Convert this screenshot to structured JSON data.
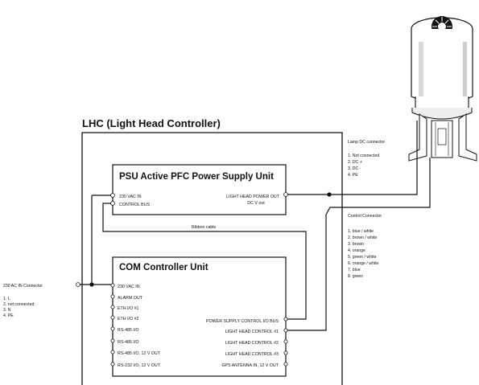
{
  "lhc": {
    "title": "LHC (Light Head Controller)"
  },
  "psu": {
    "title": "PSU Active PFC Power Supply Unit",
    "ports_left": [
      "230 VAC IN",
      "CONTROL BUS"
    ],
    "port_right": "LIGHT HEAD POWER OUT",
    "port_right_sub": "DC V out"
  },
  "ribbon": {
    "label": "Ribbon cable"
  },
  "com": {
    "title": "COM Controller Unit",
    "ports_left": [
      "230 VAC IN",
      "ALARM OUT",
      "ETH I/O #1",
      "ETH I/O #2",
      "RS-485 I/O",
      "RS-485 I/O",
      "RS-485 I/O, 12 V OUT",
      "RS-232 I/O, 12 V OUT"
    ],
    "ports_right": [
      "POWER SUPPLY CONTROL I/O BUS",
      "LIGHT HEAD CONTROL #1",
      "LIGHT HEAD CONTROL #2",
      "LIGHT HEAD CONTROL #3",
      "GPS ANTENNA IN, 12 V OUT"
    ]
  },
  "ac_in": {
    "title": "230 AC IN Connector",
    "pins": [
      "1. L",
      "2. not connected",
      "3. N",
      "4. PE"
    ]
  },
  "lamp_dc": {
    "title": "Lamp DC connector",
    "pins": [
      "1. Not connected",
      "2. DC +",
      "3. DC -",
      "4. PE"
    ]
  },
  "control_conn": {
    "title": "Control Connector",
    "pins": [
      "1. blue / white",
      "2. brown / white",
      "3. brown",
      "4. orange",
      "5. green / white",
      "6. orange / white",
      "7. blue",
      "8. green"
    ]
  }
}
